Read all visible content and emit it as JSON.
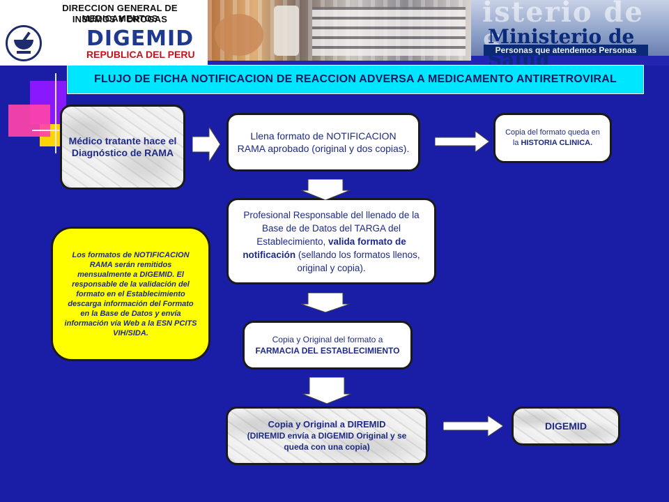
{
  "header": {
    "digemid_line1": "DIRECCION GENERAL DE MEDICAMENTOS",
    "digemid_line2": "INSUMOS  Y  DROGAS",
    "digemid_word": "DIGEMID",
    "digemid_country": "REPUBLICA DEL PERU",
    "minsa_ghost": "isterio de S",
    "minsa_title": "Ministerio de Salud",
    "minsa_slogan": "Personas que atendemos Personas"
  },
  "title": "FLUJO DE FICHA NOTIFICACION DE REACCION ADVERSA A MEDICAMENTO ANTIRETROVIRAL",
  "boxes": {
    "medico": "Médico tratante hace el Diagnóstico de RAMA",
    "llena": "Llena formato de NOTIFICACION RAMA aprobado (original y dos copias).",
    "copia_historia_a": "Copia del formato queda en la ",
    "copia_historia_b": "HISTORIA CLINICA.",
    "profesional_a": "Profesional Responsable del llenado de la Base de de Datos del TARGA del Establecimiento, ",
    "profesional_b": "valida formato de notificación",
    "profesional_c": " (sellando los formatos llenos, original y copia).",
    "nota": "Los formatos de NOTIFICACION RAMA serán remitidos mensualmente a DIGEMID. El responsable de la validación del formato en el Establecimiento descarga información del Formato en la Base de Datos y envía información vía Web a la ESN PCITS VIH/SIDA.",
    "farmacia_a": "Copia y Original del formato a ",
    "farmacia_b": "FARMACIA DEL ESTABLECIMIENTO",
    "diremid_title": "Copia y Original a DIREMID",
    "diremid_body": "(DIREMID envía a DIGEMID Original y se queda con una copia)",
    "digemid": "DIGEMID"
  },
  "colors": {
    "background": "#1a1ea6",
    "title_bar": "#00e6ff",
    "note_box": "#ffff00",
    "box_text": "#1d2a88"
  }
}
